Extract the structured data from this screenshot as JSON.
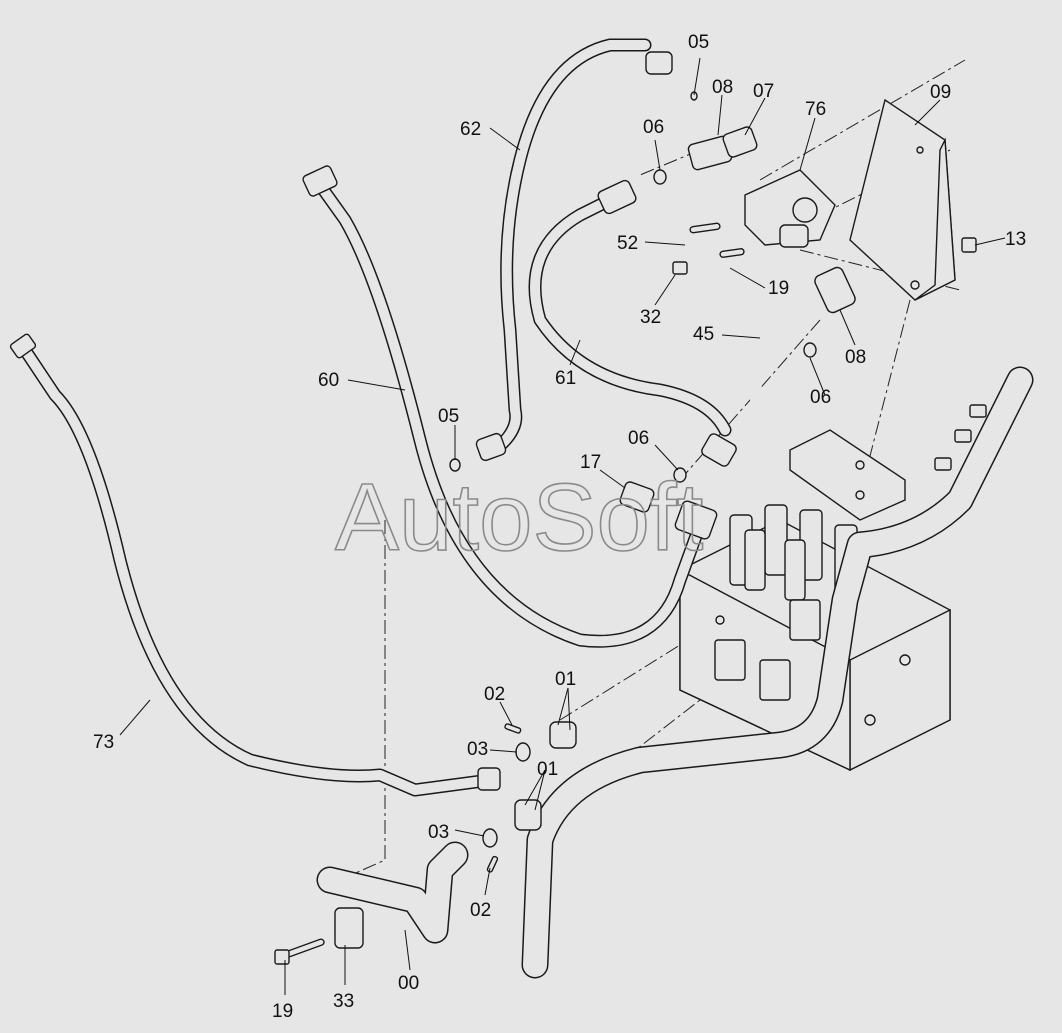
{
  "watermark": "AutoSoft",
  "callouts": {
    "c05a": "05",
    "c08a": "08",
    "c07": "07",
    "c76": "76",
    "c09": "09",
    "c62": "62",
    "c06a": "06",
    "c13": "13",
    "c52": "52",
    "c19a": "19",
    "c32": "32",
    "c45": "45",
    "c08b": "08",
    "c60": "60",
    "c61": "61",
    "c06b": "06",
    "c05b": "05",
    "c06c": "06",
    "c17": "17",
    "c73": "73",
    "c02a": "02",
    "c01a": "01",
    "c03a": "03",
    "c01b": "01",
    "c03b": "03",
    "c02b": "02",
    "c00": "00",
    "c33": "33",
    "c19b": "19"
  },
  "colors": {
    "background": "#e6e6e6",
    "line": "#1a1a1a",
    "watermark": "#8a8a8a"
  }
}
